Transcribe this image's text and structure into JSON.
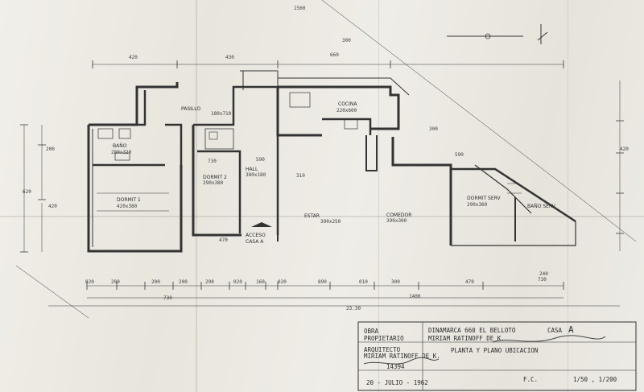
{
  "rooms": {
    "bano": "BAÑO",
    "bano_size": "280x320",
    "dormit1": "DORMIT 1",
    "dormit1_size": "420x380",
    "dormit2": "DORMIT 2",
    "dormit2_size": "290x380",
    "pasillo": "PASILLO",
    "pasillo_size": "180x710",
    "hall": "HALL",
    "hall_size": "380x180",
    "cocina": "COCINA",
    "cocina_size": "220x600",
    "estar": "ESTAR",
    "estar_size": "390x250",
    "comedor": "COMEDOR",
    "comedor_size": "390x300",
    "dormit_serv": "DORMIT SERV",
    "dormit_serv_size": "290x360",
    "bano_serv": "BAÑO SERV",
    "acceso": "ACCESO",
    "casa": "CASA A"
  },
  "dimensions": {
    "top_total": "1560",
    "top_420": "420",
    "top_430": "430",
    "top_660": "660",
    "top_300": "300",
    "top_730": "730",
    "left_200": "200",
    "left_620": "620",
    "left_420": "420",
    "right_420": "420",
    "mid_310": "310",
    "mid_590": "590",
    "mid_470": "470",
    "mid_300": "300",
    "mid_590b": "590",
    "mid_730": "730",
    "bottom_chain": [
      "020",
      "200",
      "200",
      "200",
      "290",
      "020",
      "160",
      "020",
      "890",
      "010",
      "300",
      "470",
      "240"
    ],
    "bottom_730": "730",
    "bottom_1400": "1400",
    "bottom_total": "23.30"
  },
  "title_block": {
    "obra_label": "OBRA",
    "propietario_label": "PROPIETARIO",
    "arquitecto_label": "ARQUITECTO",
    "arquitecto_name": "MIRIAM RATINOFF DE K.",
    "obra_value": "DINAMARCA 660 EL BELLOTO",
    "casa_label": "CASA",
    "casa_value": "A",
    "propietario_value": "MIRIAM RATINOFF DE K.",
    "plano_desc": "PLANTA Y PLANO UBICACION",
    "date": "20 - JULIO - 1962",
    "scale": "1/50 , 1/200",
    "registro": "14394",
    "sheet_code": "F.C."
  }
}
